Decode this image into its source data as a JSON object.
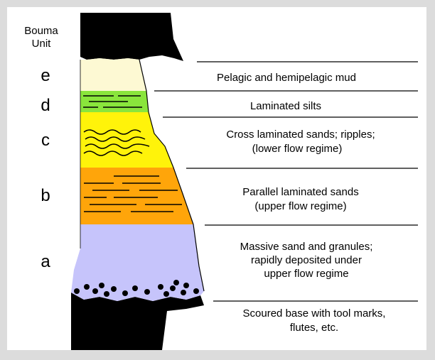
{
  "header": {
    "line1": "Bouma",
    "line2": "Unit"
  },
  "units": [
    {
      "letter": "e",
      "line1": "Pelagic and hemipelagic mud",
      "line2": "",
      "line3": "",
      "color": "#fdf9d3"
    },
    {
      "letter": "d",
      "line1": "Laminated silts",
      "line2": "",
      "line3": "",
      "color": "#8ae53c"
    },
    {
      "letter": "c",
      "line1": "Cross laminated sands; ripples;",
      "line2": "(lower flow regime)",
      "line3": "",
      "color": "#fff30a"
    },
    {
      "letter": "b",
      "line1": "Parallel laminated sands",
      "line2": "(upper flow regime)",
      "line3": "",
      "color": "#ffa50a"
    },
    {
      "letter": "a",
      "line1": "Massive sand and granules;",
      "line2": "rapidly deposited under",
      "line3": "upper flow regime",
      "color": "#c6c4fb"
    }
  ],
  "base": {
    "line1": "Scoured base with tool marks,",
    "line2": "flutes, etc."
  }
}
